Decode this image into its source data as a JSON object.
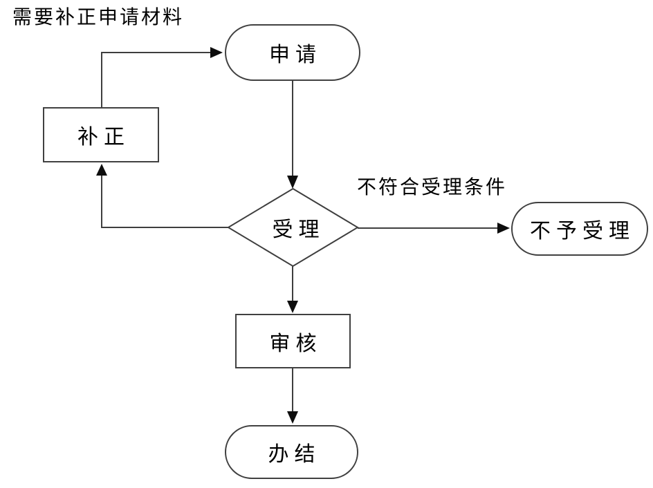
{
  "diagram": {
    "title": "administrative-approval-flowchart",
    "background_color": "#ffffff",
    "line_color": "#3e3e3e",
    "arrow_color": "#0d0d0d",
    "text_color": "#000000",
    "nodes": {
      "apply": {
        "label": "申请",
        "shape": "stadium"
      },
      "supplement": {
        "label": "补正",
        "shape": "rectangle"
      },
      "accept": {
        "label": "受理",
        "shape": "diamond"
      },
      "reject": {
        "label": "不予受理",
        "shape": "stadium"
      },
      "review": {
        "label": "审核",
        "shape": "rectangle"
      },
      "complete": {
        "label": "办结",
        "shape": "stadium"
      }
    },
    "edge_labels": {
      "need_supplement": "需要补正申请材料",
      "not_qualified": "不符合受理条件"
    }
  }
}
